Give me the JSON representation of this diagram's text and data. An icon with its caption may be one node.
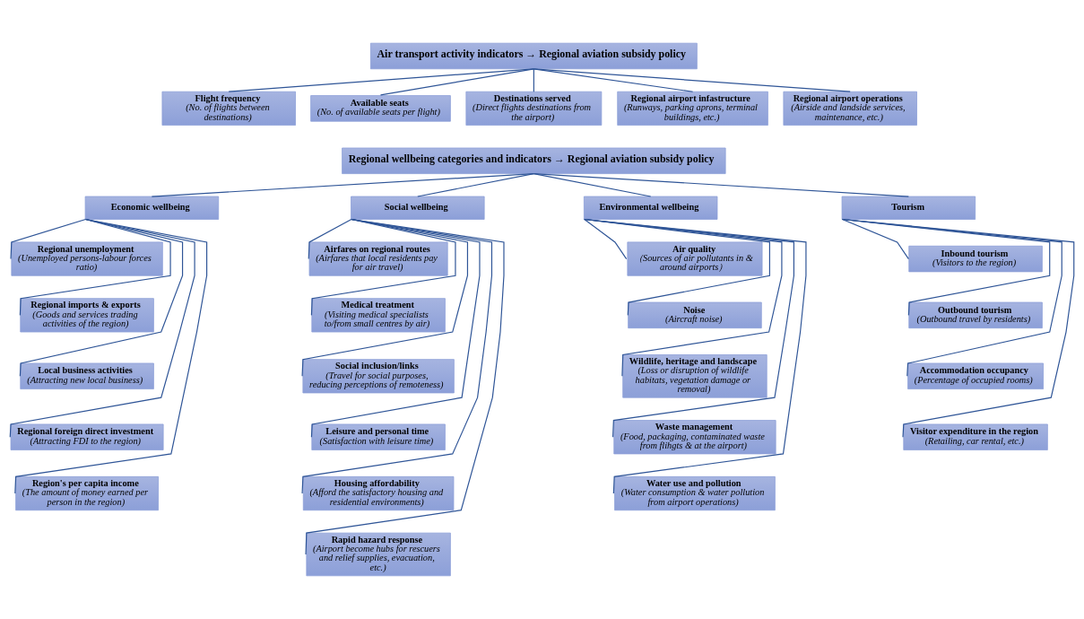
{
  "diagram": {
    "nodes": [
      {
        "text": [
          "Air transport activity indicators → Regional aviation subsidy policy"
        ]
      },
      {
        "text": [
          "Flight frequency",
          "(No. of flights between destinations)"
        ]
      },
      {
        "text": [
          "Available seats",
          "(No. of available seats per flight)"
        ]
      },
      {
        "text": [
          "Destinations served",
          "(Direct flights destinations from the airport)"
        ]
      },
      {
        "text": [
          "Regional airport infastructure",
          "(Runways, parking aprons, terminal buildings, etc.)"
        ]
      },
      {
        "text": [
          "Regional airport operations",
          "(Airside and landside services, maintenance, etc.)"
        ]
      },
      {
        "text": [
          "Regional wellbeing categories and indicators → Regional aviation subsidy policy"
        ]
      },
      {
        "text": [
          "Economic wellbeing"
        ]
      },
      {
        "text": [
          "Social wellbeing"
        ]
      },
      {
        "text": [
          "Environmental wellbeing"
        ]
      },
      {
        "text": [
          "Tourism"
        ]
      },
      {
        "text": [
          "Regional unemployment",
          "(Unemployed persons-labour forces ratio)"
        ]
      },
      {
        "text": [
          "Regional imports & exports",
          "(Goods and services trading activities of the region)"
        ]
      },
      {
        "text": [
          "Local business activities",
          "(Attracting new local business)"
        ]
      },
      {
        "text": [
          "Regional foreign direct investment",
          "(Attracting FDI to the region)"
        ]
      },
      {
        "text": [
          "Region's per capita income",
          "(The amount of money earned per person in the region)"
        ]
      },
      {
        "text": [
          "Airfares on regional routes",
          "(Airfares that local residents pay for air travel)"
        ]
      },
      {
        "text": [
          "Medical treatment",
          "(Visiting medical specialists to/from small centres by air)"
        ]
      },
      {
        "text": [
          "Social inclusion/links",
          "(Travel for social purposes, reducing perceptions of remoteness)"
        ]
      },
      {
        "text": [
          "Leisure and personal time",
          "(Satisfaction with leisure time)"
        ]
      },
      {
        "text": [
          "Housing affordability",
          "(Afford the satisfactory housing and residential environments)"
        ]
      },
      {
        "text": [
          "Rapid hazard response",
          "(Airport become hubs for rescuers and relief supplies, evacuation, etc.)"
        ]
      },
      {
        "text": [
          "Air quality",
          "（Sources of air pollutants in & around airports）"
        ]
      },
      {
        "text": [
          "Noise",
          "(Aircraft noise)"
        ]
      },
      {
        "text": [
          "Wildlife, heritage and landscape",
          "(Loss or disruption of wildlife habitats, vegetation damage or removal)"
        ]
      },
      {
        "text": [
          "Waste management",
          "(Food, packaging, contaminated waste from flihgts & at the airport)"
        ]
      },
      {
        "text": [
          "Water use and pollution",
          "(Water consumption & water pollution from airport operations)"
        ]
      },
      {
        "text": [
          "Inbound tourism",
          "(Visitors to the region)"
        ]
      },
      {
        "text": [
          "Outbound tourism",
          "(Outbound travel by residents)"
        ]
      },
      {
        "text": [
          "Accommodation occupancy",
          "(Percentage of occupied rooms)"
        ]
      },
      {
        "text": [
          "Visitor expenditure in the region",
          "(Retailing, car rental, etc.)"
        ]
      }
    ],
    "edges": [
      {
        "from": 0,
        "to": 1,
        "arrow": "none"
      },
      {
        "from": 0,
        "to": 2,
        "arrow": "none"
      },
      {
        "from": 0,
        "to": 3,
        "arrow": "none"
      },
      {
        "from": 0,
        "to": 4,
        "arrow": "none"
      },
      {
        "from": 0,
        "to": 5,
        "arrow": "none"
      },
      {
        "from": 6,
        "to": 7,
        "arrow": "none"
      },
      {
        "from": 6,
        "to": 8,
        "arrow": "none"
      },
      {
        "from": 6,
        "to": 9,
        "arrow": "none"
      },
      {
        "from": 6,
        "to": 10,
        "arrow": "none"
      },
      {
        "from": 7,
        "to": 11,
        "arrow": "none"
      },
      {
        "from": 7,
        "to": 12,
        "arrow": "none"
      },
      {
        "from": 7,
        "to": 13,
        "arrow": "none"
      },
      {
        "from": 7,
        "to": 14,
        "arrow": "none"
      },
      {
        "from": 7,
        "to": 15,
        "arrow": "none"
      },
      {
        "from": 8,
        "to": 16,
        "arrow": "none"
      },
      {
        "from": 8,
        "to": 17,
        "arrow": "none"
      },
      {
        "from": 8,
        "to": 18,
        "arrow": "none"
      },
      {
        "from": 8,
        "to": 19,
        "arrow": "none"
      },
      {
        "from": 8,
        "to": 20,
        "arrow": "none"
      },
      {
        "from": 8,
        "to": 21,
        "arrow": "none"
      },
      {
        "from": 9,
        "to": 22,
        "arrow": "none"
      },
      {
        "from": 9,
        "to": 23,
        "arrow": "none"
      },
      {
        "from": 9,
        "to": 24,
        "arrow": "none"
      },
      {
        "from": 9,
        "to": 25,
        "arrow": "none"
      },
      {
        "from": 9,
        "to": 26,
        "arrow": "none"
      },
      {
        "from": 10,
        "to": 27,
        "arrow": "none"
      },
      {
        "from": 10,
        "to": 28,
        "arrow": "none"
      },
      {
        "from": 10,
        "to": 29,
        "arrow": "none"
      },
      {
        "from": 10,
        "to": 30,
        "arrow": "none"
      }
    ]
  }
}
